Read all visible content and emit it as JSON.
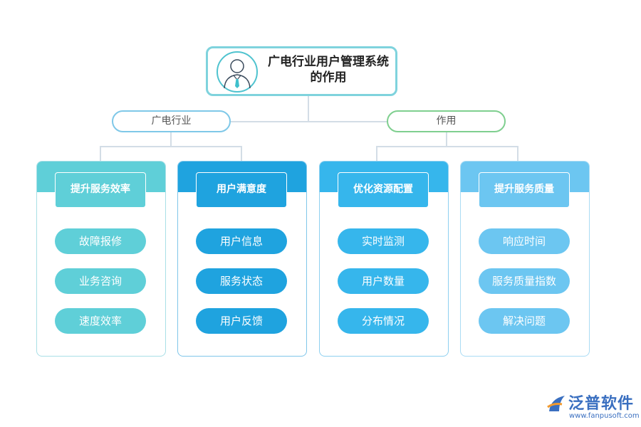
{
  "root": {
    "title": "广电行业用户管理系统的作用",
    "icon": "user-avatar-icon"
  },
  "categories": [
    {
      "label": "广电行业",
      "color": "#7fc8e8"
    },
    {
      "label": "作用",
      "color": "#7fcf8f"
    }
  ],
  "cards": [
    {
      "title": "提升服务效率",
      "color": "#5fcfd8",
      "items": [
        "故障报修",
        "业务咨询",
        "速度效率"
      ]
    },
    {
      "title": "用户满意度",
      "color": "#1fa3df",
      "items": [
        "用户信息",
        "服务状态",
        "用户反馈"
      ]
    },
    {
      "title": "优化资源配置",
      "color": "#36b6ec",
      "items": [
        "实时监测",
        "用户数量",
        "分布情况"
      ]
    },
    {
      "title": "提升服务质量",
      "color": "#6cc6f1",
      "items": [
        "响应时间",
        "服务质量指数",
        "解决问题"
      ]
    }
  ],
  "logo": {
    "name": "泛普软件",
    "url": "www.fanpusoft.com"
  }
}
